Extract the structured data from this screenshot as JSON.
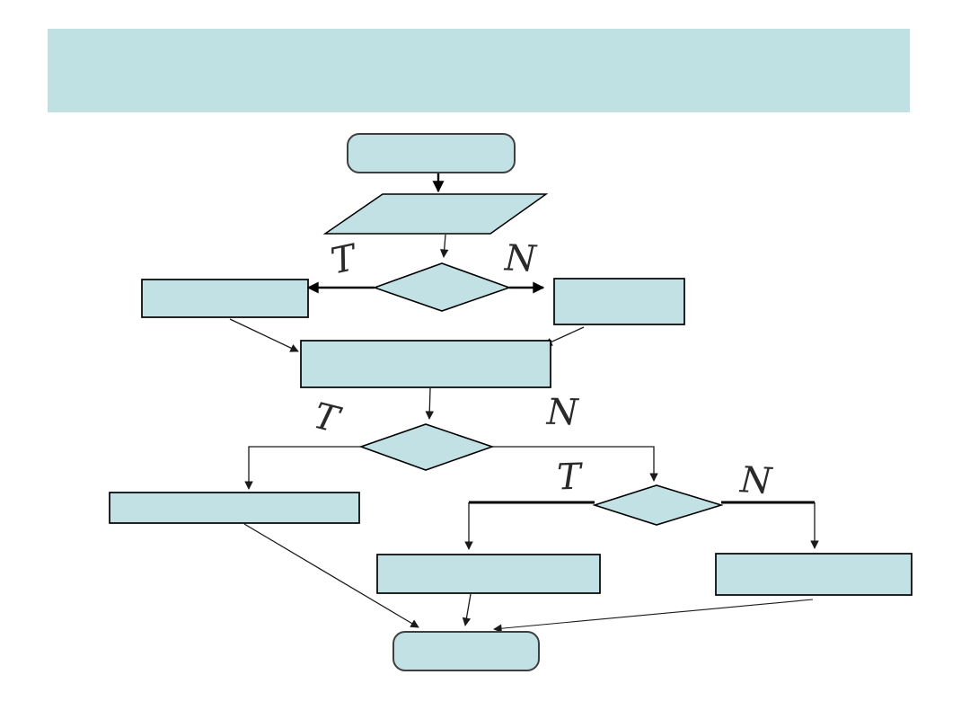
{
  "slide": {
    "background_color": "#ffffff",
    "banner_color": "#bfe1e4"
  },
  "flowchart": {
    "shape_fill": "#c2e1e4",
    "ink_color": "#2a2a2a",
    "labels": {
      "d1_true": "T",
      "d1_false": "N",
      "d2_true": "T",
      "d2_false": "N",
      "d3_true": "T",
      "d3_false": "N"
    }
  }
}
